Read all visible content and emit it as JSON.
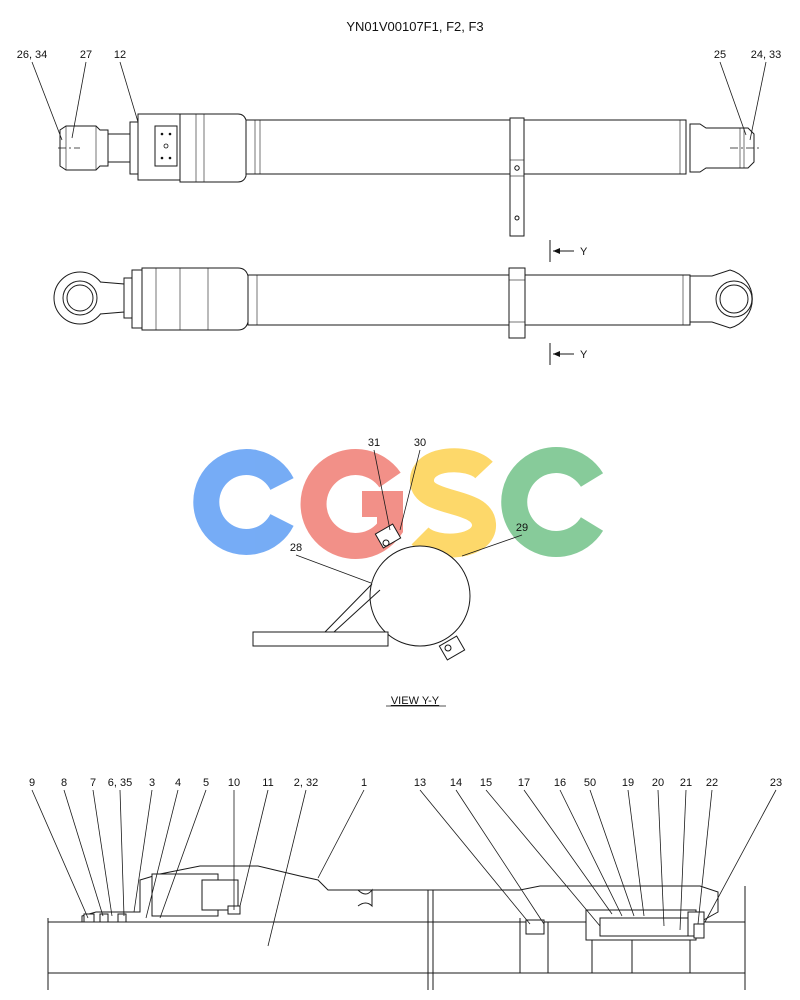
{
  "title": "YN01V00107F1, F2, F3",
  "view_label": "VIEW  Y-Y",
  "view_arrow_letter": "Y",
  "watermark": {
    "text": "CGSC",
    "colors": [
      "#6fa8f5",
      "#f28b82",
      "#fdd663",
      "#81c995"
    ]
  },
  "callouts_top": [
    "26, 34",
    "27",
    "12",
    "25",
    "24, 33"
  ],
  "callouts_view": [
    "31",
    "30",
    "29",
    "28"
  ],
  "callouts_section": [
    "9",
    "8",
    "7",
    "6, 35",
    "3",
    "4",
    "5",
    "10",
    "11",
    "2, 32",
    "1",
    "13",
    "14",
    "15",
    "17",
    "16",
    "50",
    "19",
    "20",
    "21",
    "22",
    "23"
  ]
}
